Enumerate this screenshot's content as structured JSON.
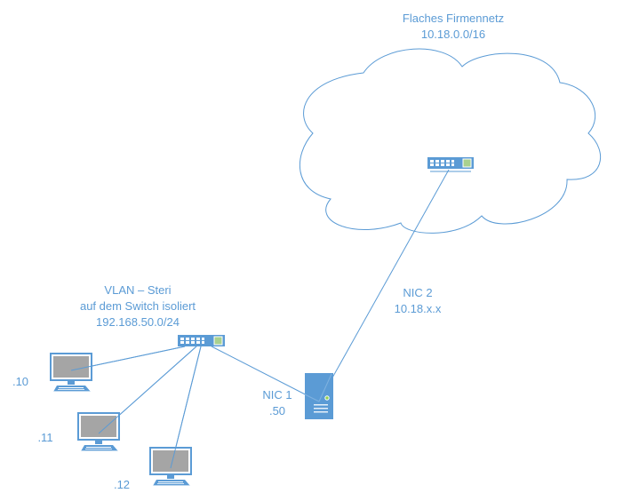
{
  "colors": {
    "accent": "#5b9bd5",
    "device_fill": "#5b9bd5",
    "screen": "#a5a5a5",
    "port_green": "#a9d18e",
    "led_green": "#92d050",
    "line": "#5b9bd5"
  },
  "corporate_network": {
    "title": "Flaches Firmennetz",
    "subnet": "10.18.0.0/16",
    "shape": "cloud",
    "device": "switch-icon"
  },
  "vlan": {
    "title": "VLAN – Steri",
    "subtitle": "auf dem Switch isoliert",
    "subnet": "192.168.50.0/24",
    "device": "switch-icon"
  },
  "server": {
    "device": "server-icon",
    "nic1": {
      "label": "NIC 1",
      "address": ".50"
    },
    "nic2": {
      "label": "NIC 2",
      "address": "10.18.x.x"
    }
  },
  "clients": [
    {
      "device": "desktop-icon",
      "address": ".10"
    },
    {
      "device": "desktop-icon",
      "address": ".11"
    },
    {
      "device": "desktop-icon",
      "address": ".12"
    }
  ]
}
